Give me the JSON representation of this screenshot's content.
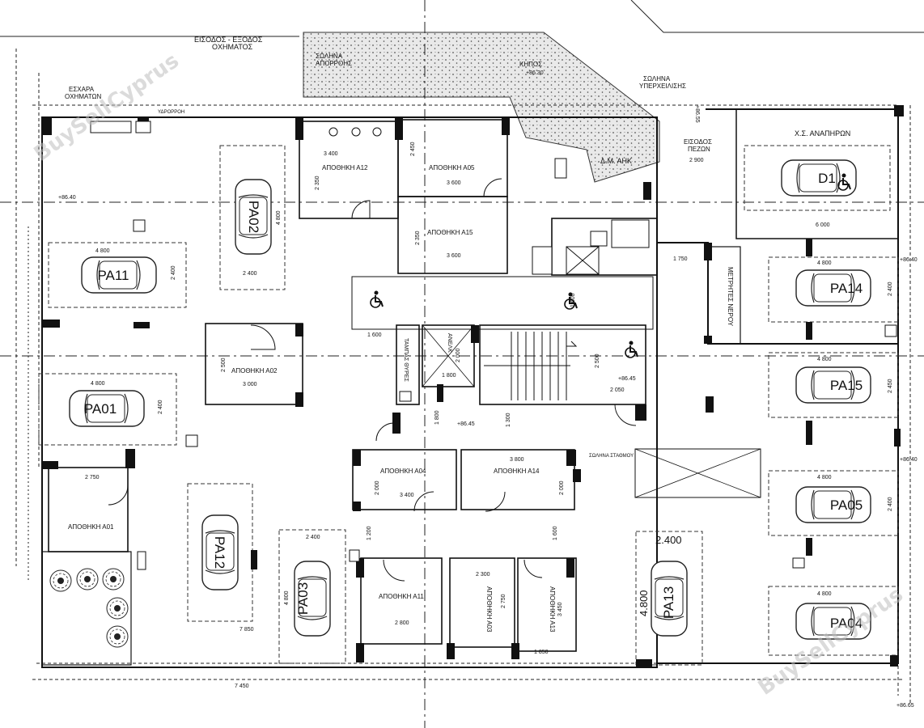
{
  "labels": {
    "entrance_vehicles": "ΕΙΣΟΔΟΣ - ΕΞΟΔΟΣ",
    "entrance_vehicles2": "ΟΧΗΜΑΤΟΣ",
    "drain_pipe": "ΣΩΛΗΝΑ",
    "drain_pipe2": "ΑΠΟΡΡΟΗΣ",
    "garden": "ΚΗΠΟΣ",
    "garden_level": "+86.30",
    "overflow_pipe": "ΣΩΛΗΝΑ",
    "overflow_pipe2": "ΥΠΕΡΧΕΙΛΙΣΗΣ",
    "grate": "ΕΣΧΑΡΑ",
    "grate2": "ΟΧΗΜΑΤΩΝ",
    "pedestrian_entry": "ΕΙΣΟΔΟΣ",
    "pedestrian_entry2": "ΠΕΖΩΝ",
    "disabled_space": "Χ.Σ. ΑΝΑΠΗΡΩΝ",
    "dm_ahk": "Δ.Μ. ΑΗΚ",
    "water_meters": "ΜΕΤΡΗΤΕΣ ΝΕΡΟΥ",
    "storage_a12": "ΑΠΟΘΗΚΗ Α12",
    "storage_a05": "ΑΠΟΘΗΚΗ Α05",
    "storage_a15": "ΑΠΟΘΗΚΗ Α15",
    "storage_a02": "ΑΠΟΘΗΚΗ Α02",
    "storage_a04": "ΑΠΟΘΗΚΗ Α04",
    "storage_a14": "ΑΠΟΘΗΚΗ Α14",
    "storage_a01": "ΑΠΟΘΗΚΗ Α01",
    "storage_a11": "ΑΠΟΘΗΚΗ Α11",
    "storage_a03": "ΑΠΟΘΗΚΗ Α03",
    "storage_a13": "ΑΠΟΘΗΚΗ Α13",
    "lift": "ΑΝΕΛΚ",
    "fire_door": "ΤΑΜΠΑΣ ΘΥΡΕΣ",
    "level_mid": "+86.45",
    "level_stairs": "+86.45",
    "level_left": "+86.40",
    "level_right_a": "+86.40",
    "level_right_b": "+86.40",
    "level_bottom_r": "+86.65",
    "level_top_right": "+86.55",
    "hydrant": "ΥΔΡΟΡΡΟΗ",
    "pump": "ΣΩΛΗΝΑ ΣΤΑΘΜΟΥ"
  },
  "parking": {
    "pa02": "PA02",
    "pa11": "PA11",
    "pa01": "PA01",
    "pa12": "PA12",
    "pa03": "PA03",
    "pa13": "PA13",
    "pa14": "PA14",
    "pa15": "PA15",
    "pa05": "PA05",
    "pa04": "PA04",
    "d1": "D1"
  },
  "dimensions": {
    "d3400": "3 400",
    "d2450": "2 450",
    "d2350": "2 350",
    "d3600a": "3 600",
    "d3600b": "3 600",
    "d2350b": "2 350",
    "d4800a": "4 800",
    "d2400a": "2 400",
    "d4800b": "4 800",
    "d2400b": "2 400",
    "d2500": "2 500",
    "d3000": "3 000",
    "d4800c": "4 800",
    "d2400c": "2 400",
    "d1600a": "1 600",
    "d1600b": "1 600",
    "d1800": "1 800",
    "d2000": "2 000",
    "d2500b": "2 500",
    "d2050": "2 050",
    "d1800b": "1 800",
    "d1300": "1 300",
    "d3800": "3 800",
    "d2000b": "2 000",
    "d3400b": "3 400",
    "d2000c": "2 000",
    "d2750": "2 750",
    "d1200": "1 200",
    "d1600c": "1 600",
    "d2400d": "2 400",
    "d4800d": "4 800",
    "d2300": "2 300",
    "d2750b": "2 750",
    "d3450": "3 450",
    "d2800": "2 800",
    "d1850": "1 850",
    "d7850": "7 850",
    "d7450": "7 450",
    "d2400e": "2.400",
    "d4800e": "4.800",
    "d2900": "2 900",
    "d6000": "6 000",
    "d4800f": "4 800",
    "d1750": "1 750",
    "d4800g": "4 800",
    "d2400f": "2 400",
    "d2450b": "2 450",
    "d4800h": "4 800",
    "d2400g": "2 400",
    "d4800i": "4 800"
  },
  "watermark": "BuySellCyprus"
}
